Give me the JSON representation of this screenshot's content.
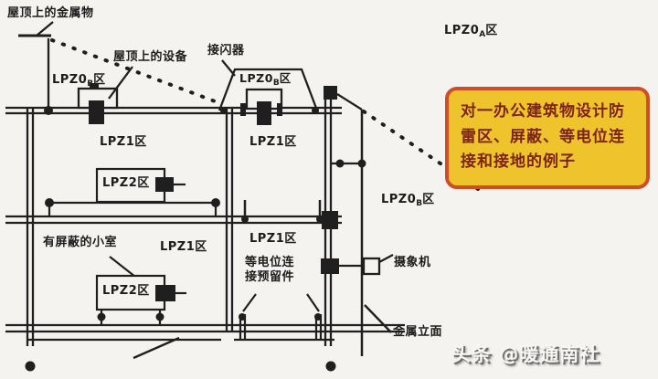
{
  "page": {
    "bg": "#f4f3ef",
    "line_color": "#1f1f1f"
  },
  "labels": {
    "roof_metal": "屋顶上的金属物",
    "roof_equipment": "屋顶上的设备",
    "air_terminal": "接闪器",
    "shielded_room": "有屏蔽的小室",
    "bonding_reserved": "等电位连\n接预留件",
    "camera": "摄象机",
    "metal_facade": "金属立面"
  },
  "zones": {
    "lpz0a": {
      "main": "LPZ0",
      "sub": "A",
      "suffix": "区"
    },
    "lpz0b": {
      "main": "LPZ0",
      "sub": "B",
      "suffix": "区"
    },
    "lpz1": "LPZ1区",
    "lpz2": "LPZ2区"
  },
  "callout": {
    "text": "对一办公建筑物设计防雷区、屏蔽、等电位连接和接地的例子",
    "bg": "#efc32b",
    "border_color": "#cf4e27",
    "text_color": "#7c2418"
  },
  "watermark": {
    "text": "头条 @暖通南社"
  }
}
